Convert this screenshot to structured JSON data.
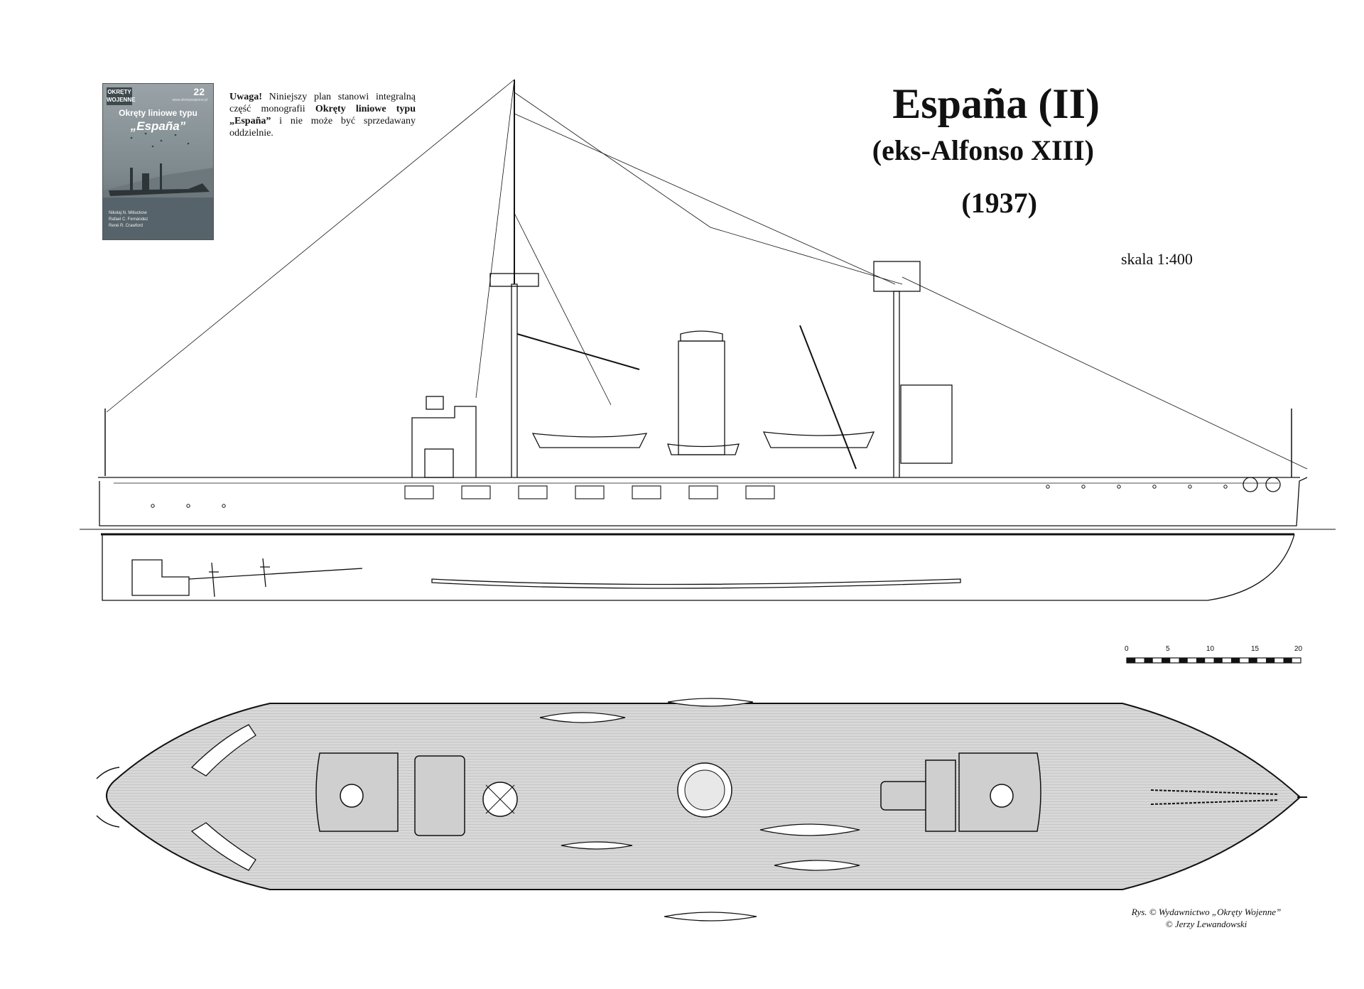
{
  "cover": {
    "brand": "OKRĘTY WOJENNE",
    "issue": "22",
    "website": "www.okretywojenne.pl",
    "title_line1": "Okręty liniowe typu",
    "title_line2": "„España”",
    "authors": [
      "Nikolaj N. Mitiuckow",
      "Rafael C. Fernández",
      "René R. Crawford"
    ]
  },
  "notice": {
    "lead": "Uwaga!",
    "text1": " Niniejszy plan stanowi integralną część monografii ",
    "bold_title": "Okręty liniowe typu „España”",
    "text2": " i nie może być sprzedawany oddzielnie."
  },
  "title": {
    "name": "España (II)",
    "former": "(eks-Alfonso XIII)",
    "year": "(1937)",
    "scale": "skala 1:400"
  },
  "scale_bar": {
    "labels": [
      "0",
      "5",
      "10",
      "15",
      "20"
    ]
  },
  "credits": {
    "line1": "Rys. © Wydawnictwo „Okręty Wojenne”",
    "line2": "© Jerzy Lewandowski"
  }
}
